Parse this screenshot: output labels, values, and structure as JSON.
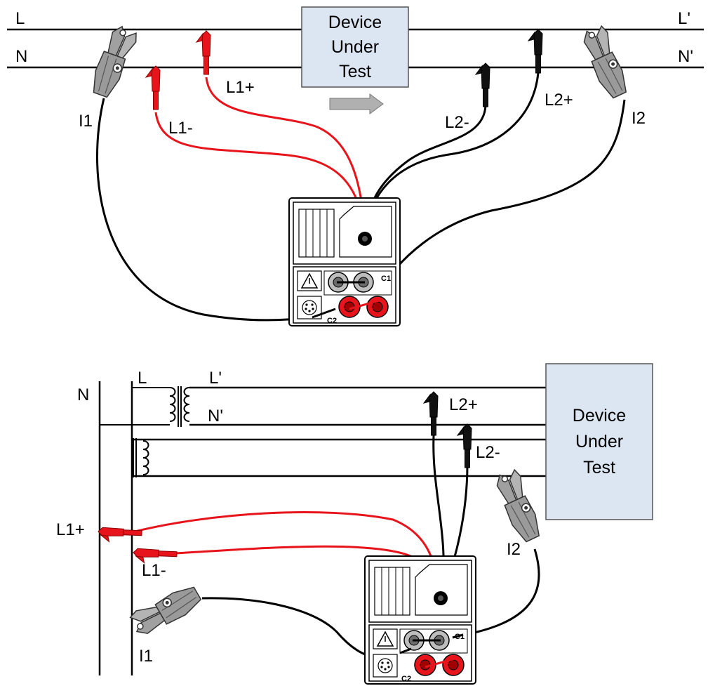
{
  "top": {
    "line_L": "L",
    "line_N": "N",
    "line_Lp": "L'",
    "line_Np": "N'",
    "dut": [
      "Device",
      "Under",
      "Test"
    ],
    "L1plus": "L1+",
    "L1minus": "L1-",
    "L2plus": "L2+",
    "L2minus": "L2-",
    "I1": "I1",
    "I2": "I2",
    "C1": "C1",
    "C2": "C2"
  },
  "bottom": {
    "N": "N",
    "L": "L",
    "Lp": "L'",
    "Np": "N'",
    "dut": [
      "Device",
      "Under",
      "Test"
    ],
    "L1plus": "L1+",
    "L1minus": "L1-",
    "L2plus": "L2+",
    "L2minus": "L2-",
    "I1": "I1",
    "I2": "I2",
    "C1": "C1",
    "C2": "C2"
  },
  "colors": {
    "red_lead": "#e8141b",
    "black_lead": "#000000",
    "dut_fill": "#dce6f2",
    "clamp_fill": "#9a9a9a",
    "arrow_fill": "#b0b0b0"
  }
}
